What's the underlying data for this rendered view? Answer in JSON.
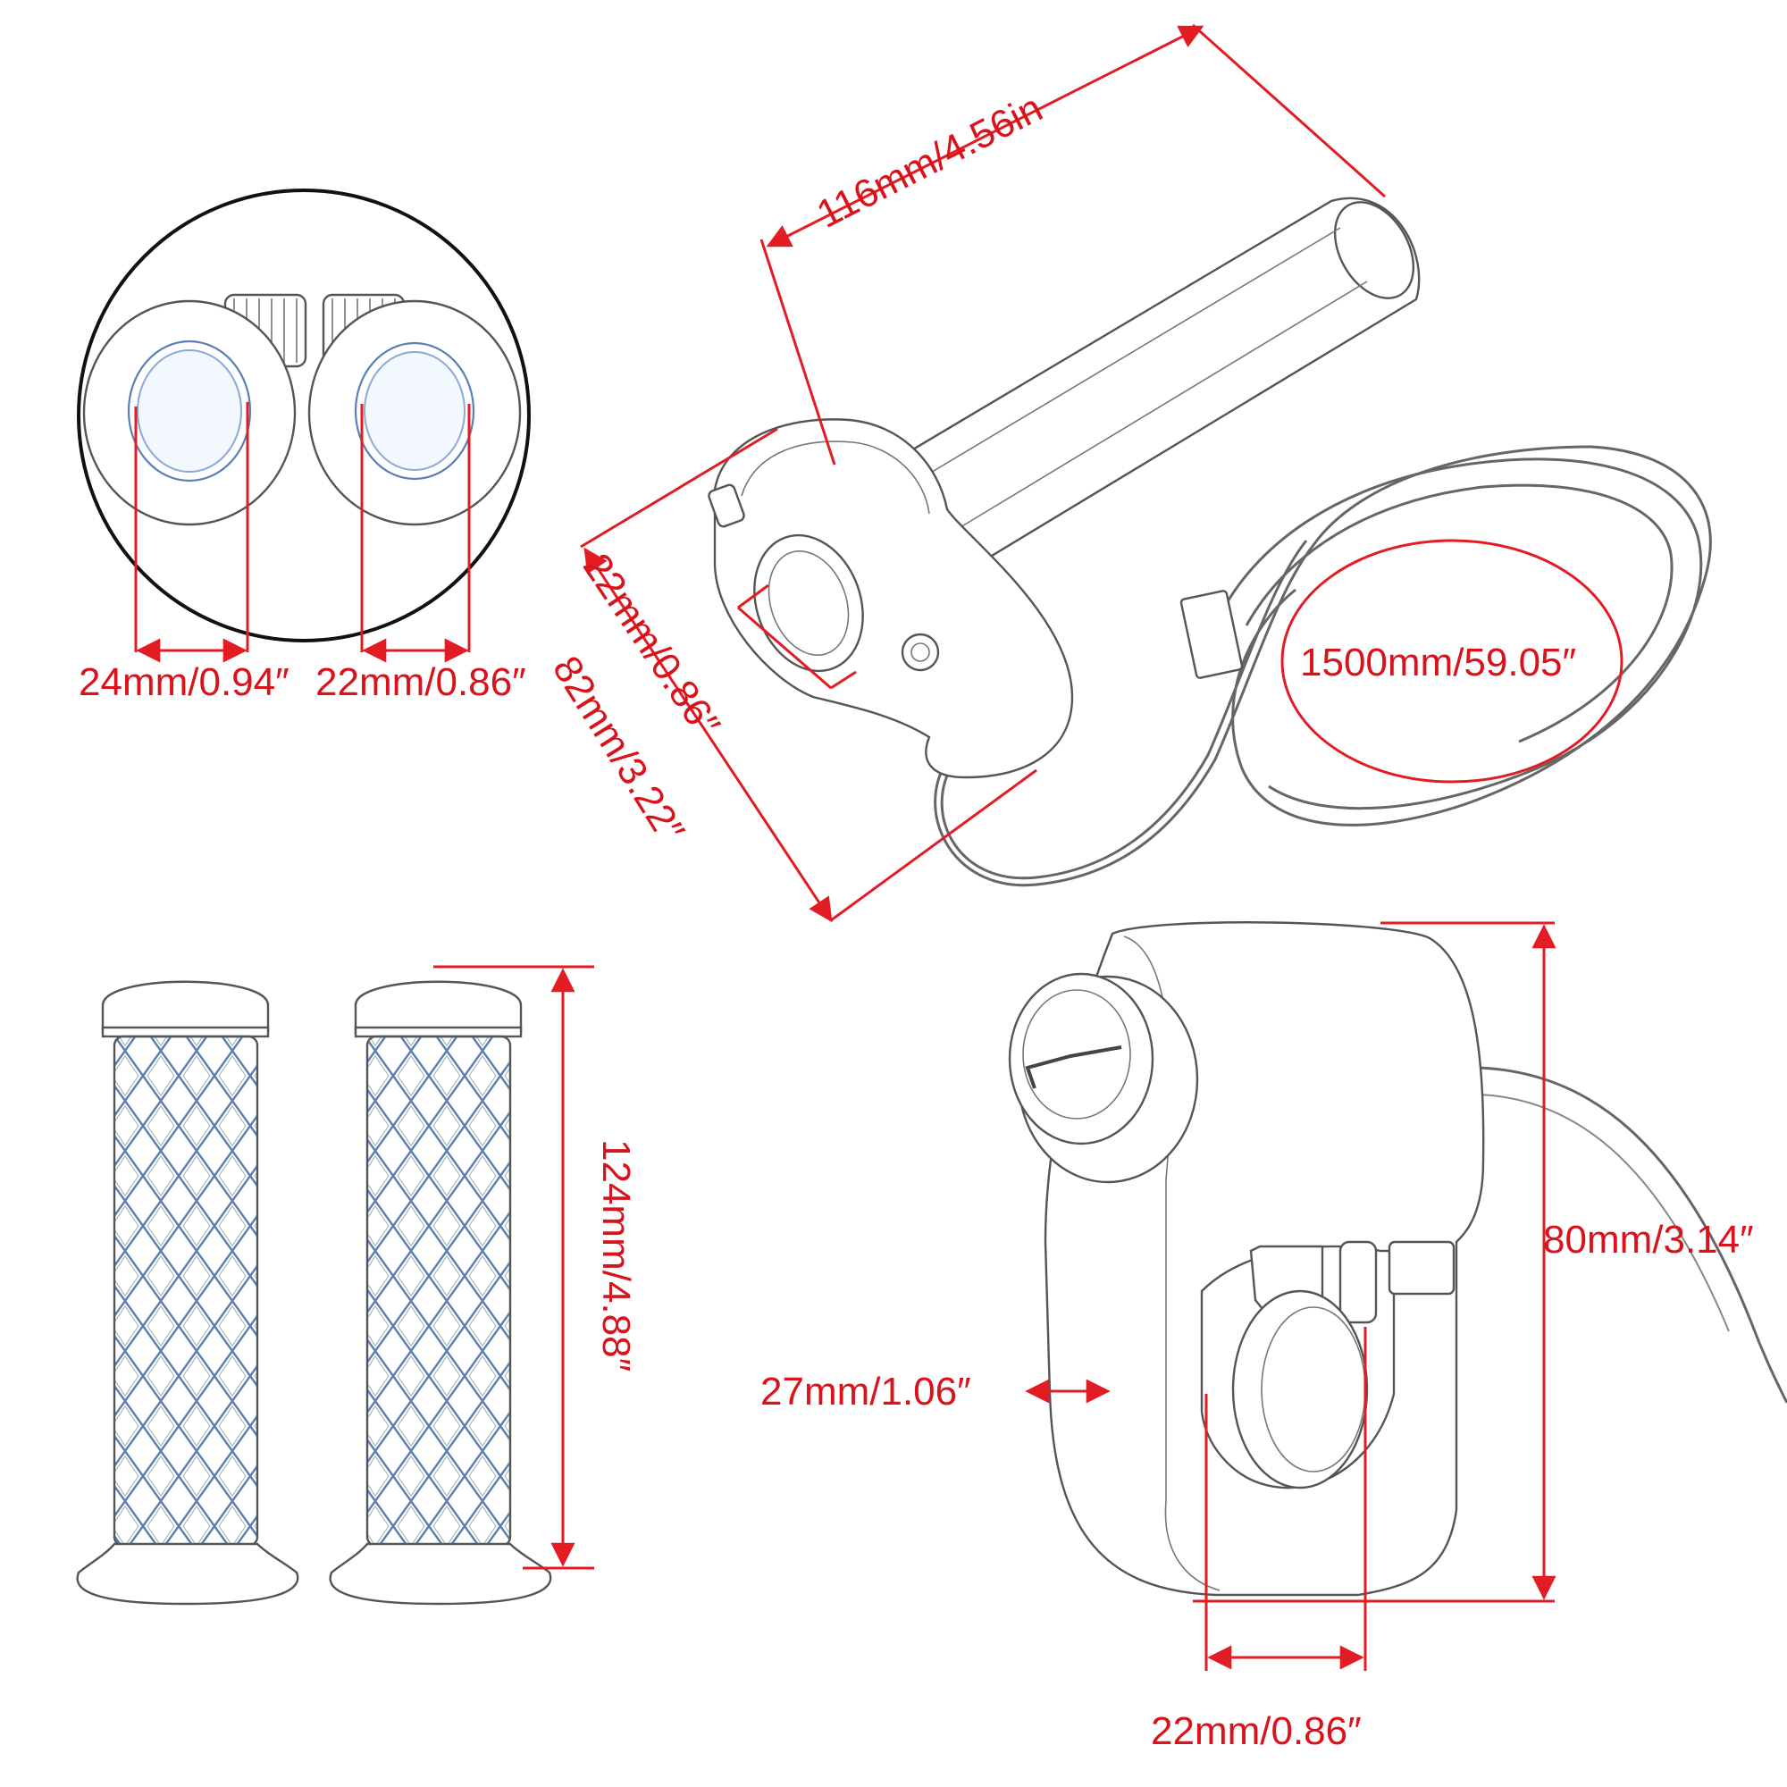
{
  "labels": {
    "throttle_length": "116mm/4.56in",
    "throttle_bore": "22mm/0.86″",
    "throttle_width": "82mm/3.22″",
    "cable_length": "1500mm/59.05″",
    "end_left": "24mm/0.94″",
    "end_right": "22mm/0.86″",
    "grip_length": "124mm/4.88″",
    "switch_height": "80mm/3.14″",
    "switch_thickness": "27mm/1.06″",
    "switch_bore": "22mm/0.86″"
  },
  "colors": {
    "dimension": "#e31b23",
    "outline": "#555555",
    "accent": "#5b7fb5"
  }
}
